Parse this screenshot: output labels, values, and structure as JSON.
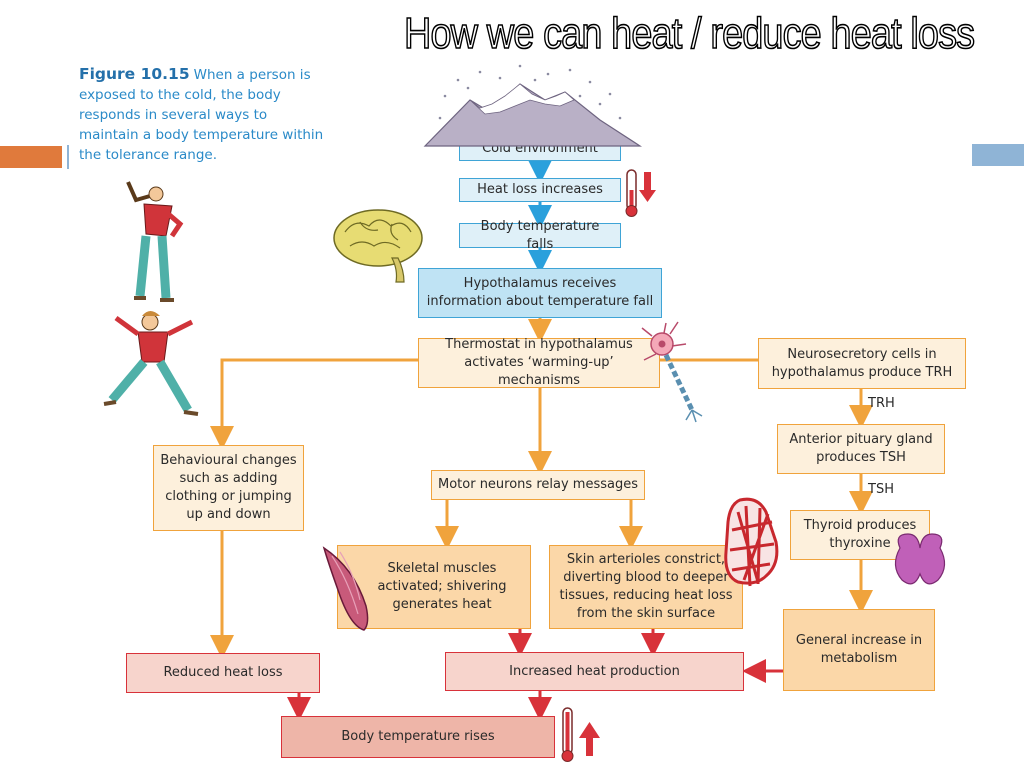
{
  "title": "How we can heat / reduce heat loss",
  "caption": {
    "label": "Figure 10.15",
    "text": "When a person is exposed to the cold, the body responds in several ways to maintain a body temperature within the tolerance range."
  },
  "boxes": {
    "cold_environment": "Cold environment",
    "heat_loss_increases": "Heat loss increases",
    "body_temp_falls": "Body temperature falls",
    "hypothalamus_receives": "Hypothalamus receives information about temperature fall",
    "thermostat": "Thermostat in hypothalamus activates ‘warming-up’ mechanisms",
    "neurosecretory": "Neurosecretory cells in hypothalamus produce TRH",
    "anterior_pituitary": "Anterior pituary gland produces TSH",
    "thyroid": "Thyroid produces thyroxine",
    "metabolism": "General increase in metabolism",
    "behavioural": "Behavioural changes such as adding clothing or jumping up and down",
    "motor_neurons": "Motor neurons relay messages",
    "skeletal_muscles": "Skeletal muscles activated; shivering generates heat",
    "skin_arterioles": "Skin arterioles constrict, diverting blood to deeper tissues, reducing heat loss from the skin surface",
    "reduced_heat_loss": "Reduced heat loss",
    "increased_heat_production": "Increased heat production",
    "body_temp_rises": "Body temperature rises"
  },
  "labels": {
    "trh": "TRH",
    "tsh": "TSH"
  },
  "colors": {
    "blue_arrow": "#2aa0dc",
    "orange_arrow": "#f0a33c",
    "red_arrow": "#d8323a",
    "accent_orange": "#e07a3c",
    "accent_blue": "#8fb4d6"
  },
  "icons": [
    "mountain-icon",
    "thermometer-down-icon",
    "brain-icon",
    "neuron-icon",
    "jumping-person-icon",
    "person-stretching-icon",
    "muscle-icon",
    "blood-vessel-icon",
    "thyroid-icon",
    "thermometer-up-icon"
  ]
}
